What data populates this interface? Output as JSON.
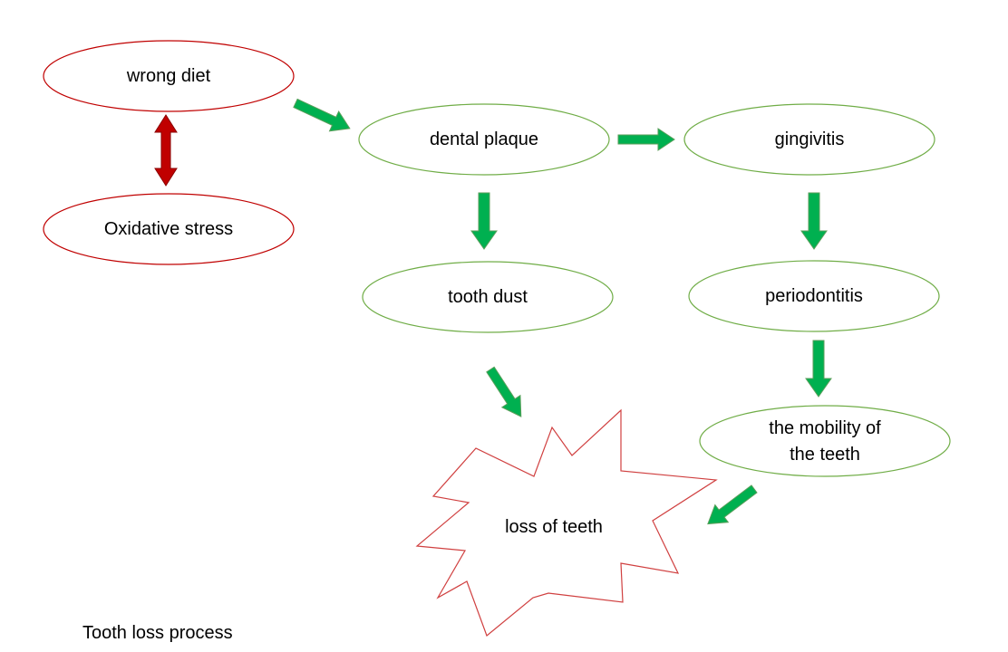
{
  "colors": {
    "red_outline": "#c00000",
    "green_outline": "#70ad47",
    "green_arrow": "#00b050",
    "green_arrow_stroke": "#5a9e5a",
    "red_arrow": "#c00000"
  },
  "nodes": {
    "wrong_diet": "wrong diet",
    "oxidative_stress": "Oxidative stress",
    "dental_plaque": "dental plaque",
    "gingivitis": "gingivitis",
    "tooth_dust": "tooth dust",
    "periodontitis": "periodontitis",
    "mobility_line1": "the mobility of",
    "mobility_line2": "the teeth",
    "loss_of_teeth": "loss of teeth"
  },
  "edges": [
    {
      "from": "wrong diet",
      "to": "Oxidative stress",
      "kind": "bidirectional"
    },
    {
      "from": "wrong diet",
      "to": "dental plaque",
      "kind": "directed"
    },
    {
      "from": "dental plaque",
      "to": "gingivitis",
      "kind": "directed"
    },
    {
      "from": "dental plaque",
      "to": "tooth dust",
      "kind": "directed"
    },
    {
      "from": "gingivitis",
      "to": "periodontitis",
      "kind": "directed"
    },
    {
      "from": "periodontitis",
      "to": "the mobility of the teeth",
      "kind": "directed"
    },
    {
      "from": "tooth dust",
      "to": "loss of teeth",
      "kind": "directed"
    },
    {
      "from": "the mobility of the teeth",
      "to": "loss of teeth",
      "kind": "directed"
    }
  ],
  "caption": "Tooth loss process"
}
